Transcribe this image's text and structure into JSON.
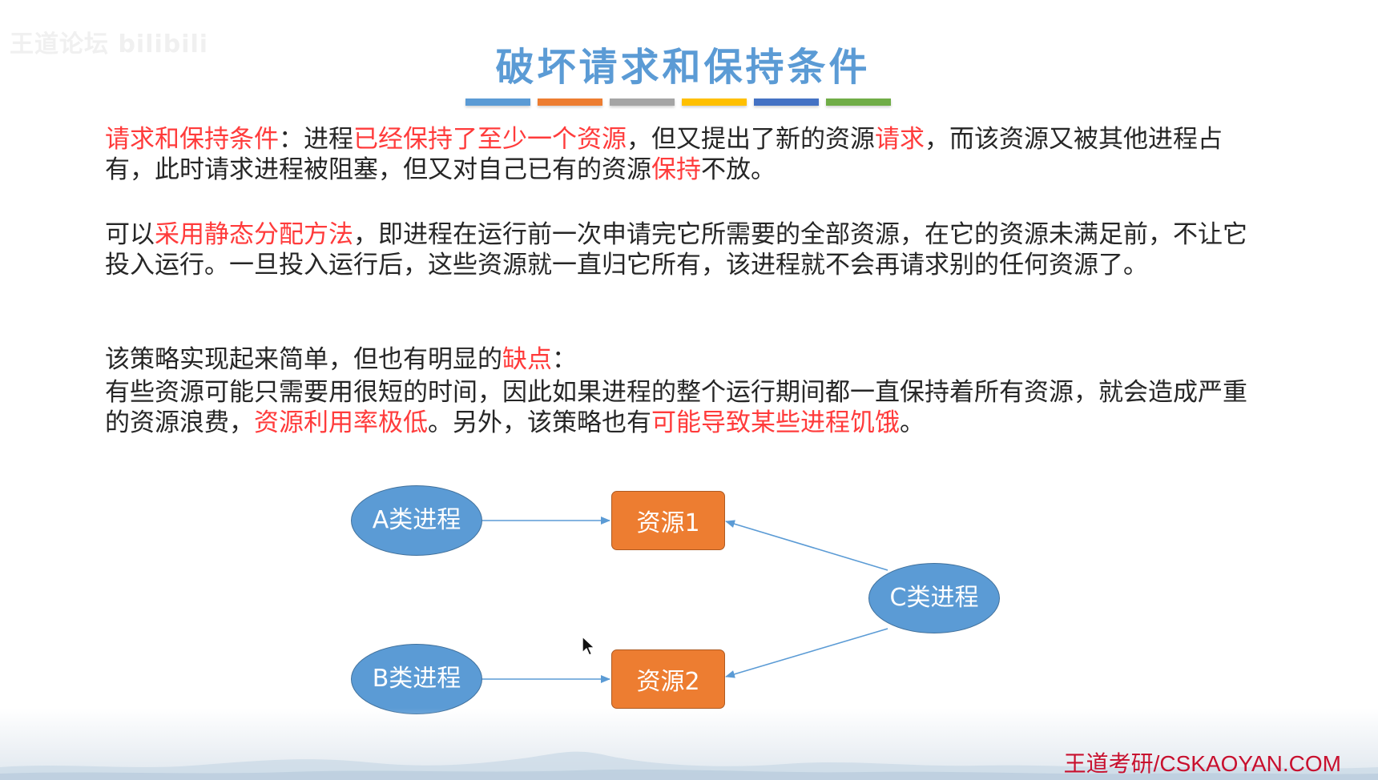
{
  "watermark": "王道论坛 bilibili",
  "title": "破坏请求和保持条件",
  "bar_colors": [
    "#5b9bd5",
    "#ed7d31",
    "#a5a5a5",
    "#ffc000",
    "#4472c4",
    "#70ad47"
  ],
  "accent_red": "#ff3b3b",
  "para1": {
    "s1": "请求和保持条件",
    "s2": "：进程",
    "s3": "已经保持了至少一个资源",
    "s4": "，但又提出了新的资源",
    "s5": "请求",
    "s6": "，而该资源又被其他进程占有，此时请求进程被阻塞，但又对自己已有的资源",
    "s7": "保持",
    "s8": "不放。"
  },
  "para2": {
    "s1": "可以",
    "s2": "采用静态分配方法",
    "s3": "，即进程在运行前一次申请完它所需要的全部资源，在它的资源未满足前，不让它投入运行。一旦投入运行后，这些资源就一直归它所有，该进程就不会再请求别的任何资源了。"
  },
  "para3": {
    "s1": "该策略实现起来简单，但也有明显的",
    "s2": "缺点",
    "s3": "："
  },
  "para4": {
    "s1": "有些资源可能只需要用很短的时间，因此如果进程的整个运行期间都一直保持着所有资源，就会造成严重的资源浪费，",
    "s2": "资源利用率极低",
    "s3": "。另外，该策略也有",
    "s4": "可能导致某些进程饥饿",
    "s5": "。"
  },
  "diagram": {
    "process_a": "A类进程",
    "process_b": "B类进程",
    "process_c": "C类进程",
    "resource_1": "资源1",
    "resource_2": "资源2"
  },
  "footer_brand": "王道考研/CSKAOYAN.COM"
}
